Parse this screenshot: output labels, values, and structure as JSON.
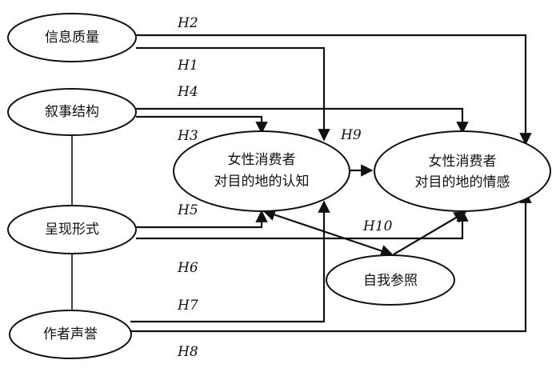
{
  "nodes": {
    "info_quality": "信息质量",
    "narrative_structure": "叙事结构",
    "presentation_form": "呈现形式",
    "author_reputation": "作者声誉",
    "cognition_line1": "女性消费者",
    "cognition_line2": "对目的地的认知",
    "emotion_line1": "女性消费者",
    "emotion_line2": "对目的地的情感",
    "self_reference": "自我参照"
  },
  "hypotheses": {
    "h1": "H1",
    "h2": "H2",
    "h3": "H3",
    "h4": "H4",
    "h5": "H5",
    "h6": "H6",
    "h7": "H7",
    "h8": "H8",
    "h9": "H9",
    "h10": "H10"
  }
}
